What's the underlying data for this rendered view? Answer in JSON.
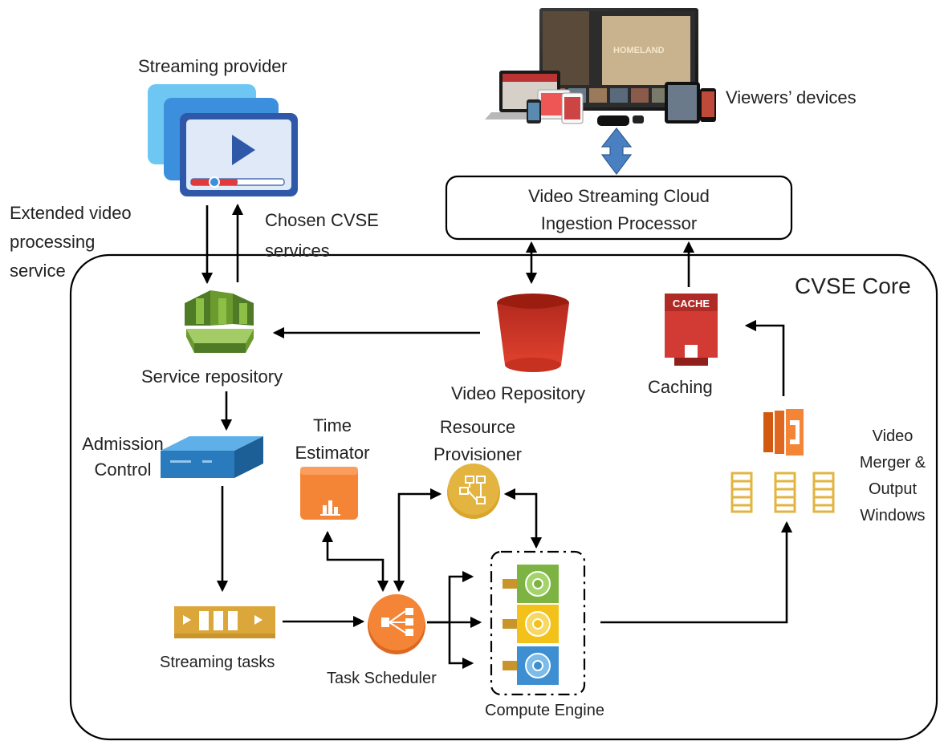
{
  "streaming_provider": {
    "label": "Streaming provider"
  },
  "viewers_devices": {
    "label": "Viewers’ devices",
    "screen_brand_text": "HOMELAND"
  },
  "ingestion_processor": {
    "line1": "Video Streaming Cloud",
    "line2": "Ingestion Processor"
  },
  "flows": {
    "extended_service": "Extended video\nprocessing\nservice",
    "chosen_services": "Chosen CVSE\nservices"
  },
  "core": {
    "title": "CVSE Core"
  },
  "components": {
    "service_repository": "Service repository",
    "video_repository": "Video Repository",
    "caching": "Caching",
    "cache_icon_text": "CACHE",
    "admission_control": "Admission\nControl",
    "time_estimator": "Time\nEstimator",
    "resource_provisioner": "Resource\nProvisioner",
    "streaming_tasks": "Streaming tasks",
    "task_scheduler": "Task Scheduler",
    "compute_engine": "Compute Engine",
    "video_merger": "Video\nMerger &\nOutput\nWindows"
  },
  "colors": {
    "provider_blue": "#2f58a8",
    "service_green": "#6b9a2e",
    "repo_red": "#e4432f",
    "admission_blue": "#2a7bbd",
    "orange": "#f58536",
    "gold": "#d9a52a",
    "cache_red": "#d23a34",
    "gear_green": "#7cb342",
    "gear_yellow": "#f2c21b",
    "gear_blue": "#3d8fd1",
    "flow_arrow_blue": "#4a7fc1"
  }
}
